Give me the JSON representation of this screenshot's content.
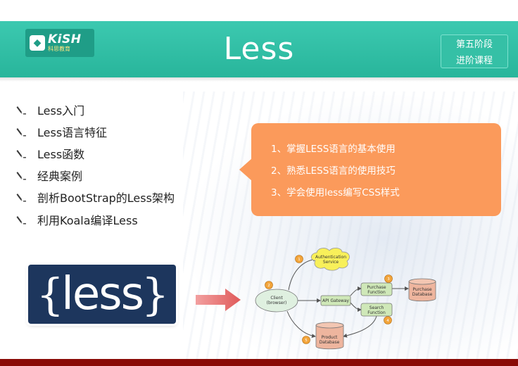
{
  "header": {
    "logo_brand": "KiSH",
    "logo_sub": "科思教育",
    "title": "Less",
    "stage_line1": "第五阶段",
    "stage_line2": "进阶课程"
  },
  "topics": [
    "Less入门",
    "Less语言特征",
    "Less函数",
    "经典案例",
    "剖析BootStrap的Less架构",
    "利用Koala编译Less"
  ],
  "goals": [
    "1、掌握LESS语言的基本使用",
    "2、熟悉LESS语言的使用技巧",
    "3、学会使用less编写CSS样式"
  ],
  "less_logo_text": "less",
  "diagram": {
    "auth": [
      "Authentication",
      "Service"
    ],
    "client": [
      "Client",
      "(browser)"
    ],
    "gateway": "API Gateway",
    "purchase_fn": [
      "Purchase",
      "Function"
    ],
    "search_fn": [
      "Search",
      "Function"
    ],
    "purchase_db": [
      "Purchase",
      "Database"
    ],
    "product_db": [
      "Product",
      "Database"
    ],
    "steps": [
      "1",
      "2",
      "3",
      "4",
      "5"
    ]
  },
  "colors": {
    "header": "#2fbea3",
    "callout": "#fb9a5b",
    "less_logo": "#1d365d",
    "bottom_bar": "#8a0a06",
    "arrow": "#e86f6f"
  },
  "icons": {
    "topic_bullet": "pen-icon",
    "transition": "right-arrow-icon"
  }
}
